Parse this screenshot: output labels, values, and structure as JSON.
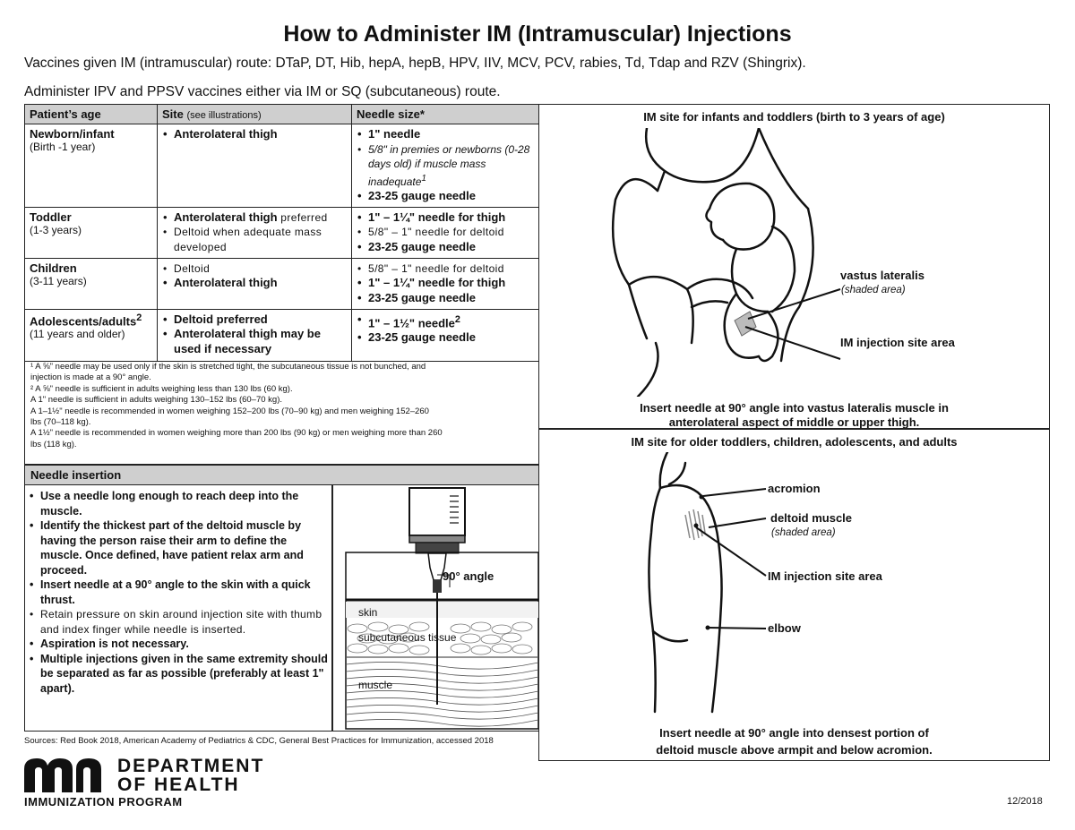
{
  "title": "How to Administer IM (Intramuscular) Injections",
  "intro": {
    "line1": "Vaccines given IM (intramuscular) route: DTaP, DT, Hib, hepA, hepB, HPV, IIV, MCV, PCV, rabies, Td, Tdap and RZV (Shingrix).",
    "line2": "Administer IPV and PPSV vaccines either via IM or SQ (subcutaneous) route."
  },
  "table": {
    "headers": {
      "age": "Patient’s age",
      "site": "Site",
      "site_note": "(see illustrations)",
      "needle": "Needle size*"
    },
    "rows": [
      {
        "age": "Newborn/infant",
        "age_sub": "(Birth -1 year)",
        "site": [
          "Anterolateral thigh"
        ],
        "needle_1": "1\" needle",
        "needle_2": "5/8\" in premies or newborns (0-28 days old) if muscle mass inadequate",
        "needle_2_sup": "1",
        "needle_3": "23-25 gauge needle"
      },
      {
        "age": "Toddler",
        "age_sub": "(1-3 years)",
        "site_1a": "Anterolateral thigh",
        "site_1b": " preferred",
        "site_2": "Deltoid when adequate mass developed",
        "needle_1": "1\" – 1¼\" needle for thigh",
        "needle_2": "5/8\" – 1\" needle for deltoid",
        "needle_3": "23-25 gauge needle"
      },
      {
        "age": "Children",
        "age_sub": "(3-11 years)",
        "site_1": "Deltoid",
        "site_2": "Anterolateral thigh",
        "needle_1": "5/8\" – 1\" needle for deltoid",
        "needle_2": "1\" – 1¼\" needle for thigh",
        "needle_3": "23-25 gauge needle"
      },
      {
        "age": "Adolescents/adults",
        "age_sup": "2",
        "age_sub": "(11 years and older)",
        "site_1": "Deltoid preferred",
        "site_2": "Anterolateral thigh may be used if necessary",
        "needle_1": "1\" – 1½\" needle",
        "needle_1_sup": "2",
        "needle_2": "23-25 gauge needle"
      }
    ]
  },
  "footnotes": [
    "¹ A ⅝\" needle may be used only if the skin is stretched tight, the subcutaneous tissue is not bunched,      and",
    "   injection is made at a 90° angle.",
    "² A ⅝\" needle is sufficient in adults weighing less than 130 lbs (60 kg).",
    "   A 1\" needle is sufficient in adults weighing 130–152 lbs (60–70 kg).",
    "   A 1–1½\" needle is recommended in women weighing 152–200 lbs (70–90 kg) and men weighing        152–260",
    "lbs (70–118 kg).",
    "   A 1½\" needle is recommended in women weighing more than 200 lbs (90 kg) or men weighing more than 260",
    "lbs (118 kg)."
  ],
  "needle_insertion": {
    "header": "Needle insertion",
    "items": [
      "Use a needle long enough to reach deep into the muscle.",
      "Identify the thickest part of the deltoid muscle by having the person raise their arm to define the muscle. Once defined, have patient relax arm and proceed.",
      "Insert needle at a 90° angle to the skin with a quick thrust.",
      "Retain pressure on skin around injection site with thumb and index finger while needle is inserted.",
      "Aspiration is not necessary.",
      "Multiple injections given in the same extremity should be separated as far as possible (preferably at least 1\" apart)."
    ],
    "diagram": {
      "angle": "90° angle",
      "skin": "skin",
      "subcut": "subcutaneous tissue",
      "muscle": "muscle"
    }
  },
  "sources": "Sources: Red Book 2018, American Academy of Pediatrics & CDC, General Best Practices for Immunization, accessed 2018",
  "infant_panel": {
    "title": "IM site for infants and toddlers (birth to 3 years of age)",
    "label_vastus": "vastus lateralis",
    "label_shaded": "(shaded area)",
    "label_site": "IM injection site area",
    "caption_1": "Insert needle at 90° angle into vastus lateralis muscle in",
    "caption_2": "anterolateral aspect of middle or upper thigh."
  },
  "adult_panel": {
    "title": "IM site for older toddlers, children, adolescents, and adults",
    "label_acromion": "acromion",
    "label_deltoid": "deltoid muscle",
    "label_shaded": "(shaded area)",
    "label_site": "IM injection site area",
    "label_elbow": "elbow",
    "caption_1": "Insert needle at 90° angle into densest portion of",
    "caption_2": "deltoid muscle above armpit and below acromion."
  },
  "logo": {
    "line1": "DEPARTMENT",
    "line2": "OF HEALTH",
    "program": "IMMUNIZATION PROGRAM"
  },
  "date": "12/2018"
}
